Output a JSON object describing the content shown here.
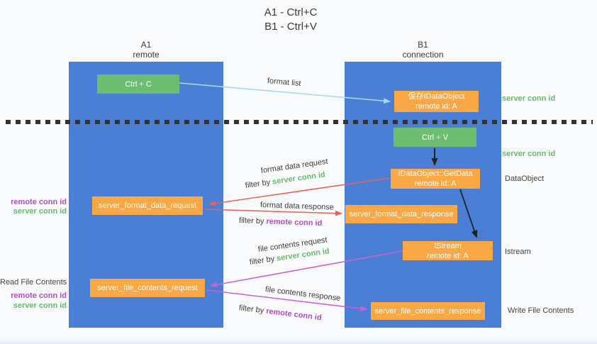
{
  "title": {
    "line1": "A1 - Ctrl+C",
    "line2": "B1 - Ctrl+V"
  },
  "columns": {
    "left": {
      "name": "A1",
      "subtitle": "remote"
    },
    "right": {
      "name": "B1",
      "subtitle": "connection"
    }
  },
  "nodes": {
    "ctrl_c": "Ctrl + C",
    "ctrl_v": "Ctrl + V",
    "save_dataobject_line1": "保存IDataObject",
    "save_dataobject_line2": "remote id: A",
    "getdata_line1": "IDataObject::GetData",
    "getdata_line2": "remote id: A",
    "istream_line1": "IStream",
    "istream_line2": "remote id: A",
    "format_request": "server_format_data_request",
    "format_response": "server_format_data_response",
    "file_request": "server_file_contents_request",
    "file_response": "server_file_contents_response"
  },
  "edge_labels": {
    "format_list": "format list",
    "format_data_request": "format data request",
    "format_data_response": "format data response",
    "file_contents_request": "file contents request",
    "file_contents_response": "file contents response",
    "filter_by": "filter by ",
    "server_conn_id": "server conn id",
    "remote_conn_id": "remote conn id"
  },
  "side_labels": {
    "server_conn_id": "server conn id",
    "remote_conn_id": "remote conn id",
    "dataobject": "DataObject",
    "istream": "Istream",
    "read_file_contents": "Read File Contents",
    "write_file_contents": "Write File Contents"
  },
  "colors": {
    "background": "#f8f9fa",
    "column_blue": "#4a7fd5",
    "box_green": "#6dbd71",
    "box_orange": "#f9a845",
    "arrow_light_blue": "#a8d8f0",
    "arrow_red": "#e4635d",
    "arrow_magenta": "#c763cf",
    "arrow_black": "#222222",
    "label_green": "#68ba6c",
    "label_purple": "#b04ec2",
    "text_dark": "#3d3d3d",
    "dotted_line": "#333333"
  }
}
